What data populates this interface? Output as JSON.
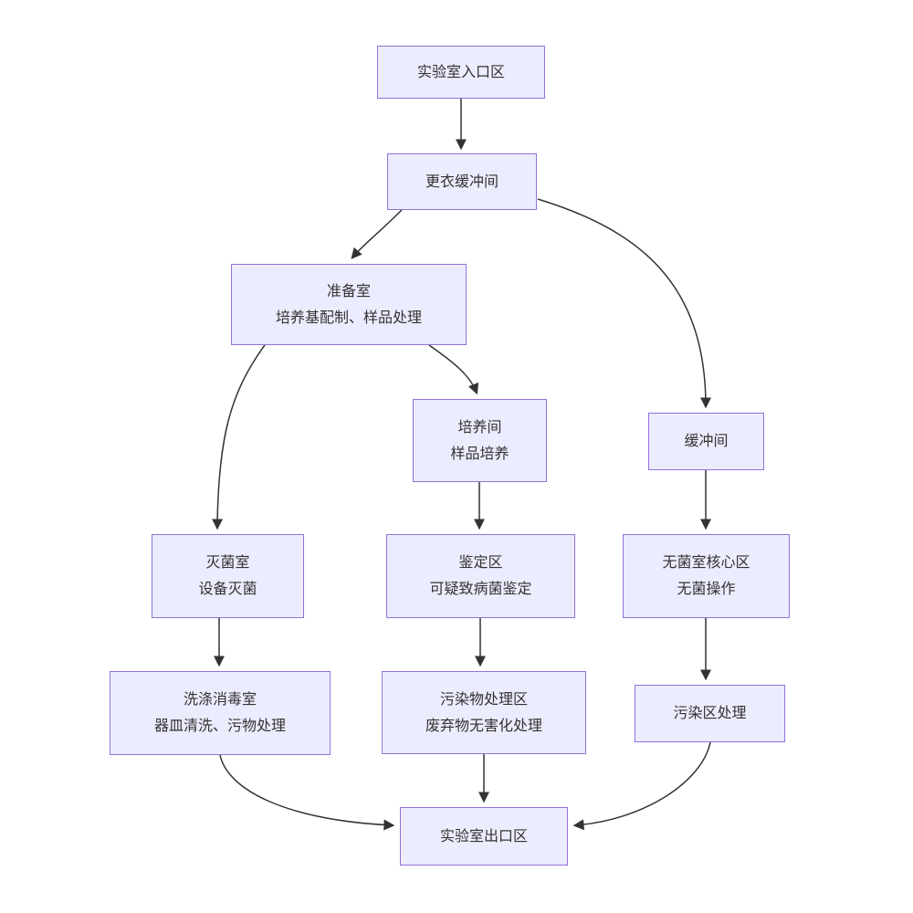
{
  "diagram": {
    "type": "flowchart",
    "direction": "top-down",
    "colors": {
      "node_fill": "#ECECFF",
      "node_border": "#9370DB",
      "edge": "#333333",
      "text": "#333333",
      "background": "#FFFFFF"
    },
    "nodes": {
      "entrance": {
        "label": "实验室入口区"
      },
      "changing": {
        "label": "更衣缓冲间"
      },
      "prep": {
        "label": "准备室\n培养基配制、样品处理"
      },
      "culture": {
        "label": "培养间\n样品培养"
      },
      "buffer": {
        "label": "缓冲间"
      },
      "sterilize": {
        "label": "灭菌室\n设备灭菌"
      },
      "identify": {
        "label": "鉴定区\n可疑致病菌鉴定"
      },
      "core": {
        "label": "无菌室核心区\n无菌操作"
      },
      "washing": {
        "label": "洗涤消毒室\n器皿清洗、污物处理"
      },
      "waste": {
        "label": "污染物处理区\n废弃物无害化处理"
      },
      "contaminated": {
        "label": "污染区处理"
      },
      "exit": {
        "label": "实验室出口区"
      }
    },
    "edges": [
      {
        "from": "实验室入口区",
        "to": "更衣缓冲间"
      },
      {
        "from": "更衣缓冲间",
        "to": "准备室"
      },
      {
        "from": "更衣缓冲间",
        "to": "缓冲间"
      },
      {
        "from": "准备室",
        "to": "灭菌室"
      },
      {
        "from": "准备室",
        "to": "培养间"
      },
      {
        "from": "培养间",
        "to": "鉴定区"
      },
      {
        "from": "缓冲间",
        "to": "无菌室核心区"
      },
      {
        "from": "灭菌室",
        "to": "洗涤消毒室"
      },
      {
        "from": "鉴定区",
        "to": "污染物处理区"
      },
      {
        "from": "无菌室核心区",
        "to": "污染区处理"
      },
      {
        "from": "洗涤消毒室",
        "to": "实验室出口区"
      },
      {
        "from": "污染物处理区",
        "to": "实验室出口区"
      },
      {
        "from": "污染区处理",
        "to": "实验室出口区"
      }
    ]
  }
}
